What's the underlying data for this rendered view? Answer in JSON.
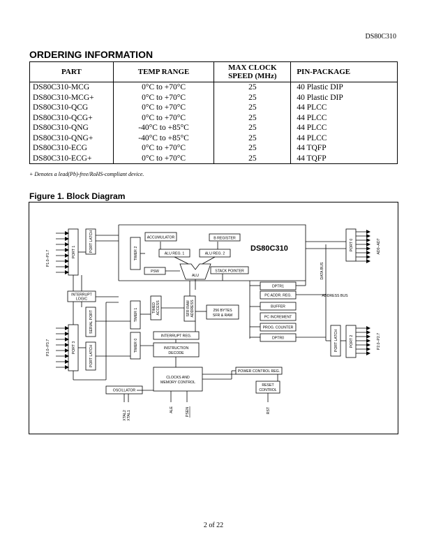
{
  "header": {
    "doc_id": "DS80C310"
  },
  "ordering": {
    "title": "ORDERING INFORMATION",
    "columns": [
      "PART",
      "TEMP RANGE",
      "MAX CLOCK SPEED (MHz)",
      "PIN-PACKAGE"
    ],
    "rows": [
      [
        "DS80C310-MCG",
        "0°C to +70°C",
        "25",
        "40 Plastic DIP"
      ],
      [
        "DS80C310-MCG+",
        "0°C to +70°C",
        "25",
        "40 Plastic DIP"
      ],
      [
        "DS80C310-QCG",
        "0°C to +70°C",
        "25",
        "44 PLCC"
      ],
      [
        "DS80C310-QCG+",
        "0°C to +70°C",
        "25",
        "44 PLCC"
      ],
      [
        "DS80C310-QNG",
        "-40°C to +85°C",
        "25",
        "44 PLCC"
      ],
      [
        "DS80C310-QNG+",
        "-40°C to +85°C",
        "25",
        "44 PLCC"
      ],
      [
        "DS80C310-ECG",
        "0°C to +70°C",
        "25",
        "44 TQFP"
      ],
      [
        "DS80C310-ECG+",
        "0°C to +70°C",
        "25",
        "44 TQFP"
      ]
    ],
    "note": "+ Denotes a lead(Pb)-free/RoHS-compliant device."
  },
  "figure": {
    "title": "Figure 1. Block Diagram",
    "chip_name": "DS80C310",
    "blocks": {
      "accumulator": "ACCUMULATOR",
      "b_register": "B REGISTER",
      "alu_reg1": "ALU REG. 1",
      "alu_reg2": "ALU REG. 2",
      "psw": "PSW",
      "alu": "ALU",
      "stack_pointer": "STACK POINTER",
      "dptr1": "DPTR1",
      "pc_addr_reg": "PC ADDR. REG.",
      "buffer": "BUFFER",
      "pc_increment": "PC INCREMENT",
      "prog_counter": "PROG. COUNTER",
      "dptr0": "DPTR0",
      "interrupt_logic_1": "INTERRUPT",
      "interrupt_logic_2": "LOGIC",
      "interrupt_reg": "INTERRUPT REG.",
      "instr_decode_1": "INSTRUCTION",
      "instr_decode_2": "DECODE",
      "clocks_1": "CLOCKS AND",
      "clocks_2": "MEMORY CONTROL",
      "oscillator": "OSCILLATOR",
      "power_control": "POWER CONTROL REG.",
      "reset_1": "RESET",
      "reset_2": "CONTROL",
      "sram_1": "256 BYTES",
      "sram_2": "SFR & RAM",
      "sfr_addr_1": "SFR RAM",
      "sfr_addr_2": "ADDRESS",
      "timed_1": "TIMED",
      "timed_2": "ACCESS",
      "port1": "PORT 1",
      "port1_latch": "PORT LATCH",
      "timer2": "TIMER 2",
      "port3": "PORT 3",
      "serial_port": "SERIAL PORT",
      "port3_latch": "PORT LATCH",
      "timer1": "TIMER 1",
      "timer0": "TIMER 0",
      "port0": "PORT 0",
      "port2": "PORT 2",
      "port2_latch": "PORT LATCH"
    },
    "labels": {
      "p1_pins": "P1.0–P1.7",
      "p3_pins": "P3.0–P3.7",
      "ad_pins": "AD0–AD7",
      "p2_pins": "P2.0–P2.7",
      "data_bus": "DATA BUS",
      "address_bus": "ADDRESS BUS",
      "xtal2": "XTAL2",
      "xtal1": "XTAL1",
      "ale": "ALE",
      "psen": "PSEN",
      "rst": "RST"
    }
  },
  "footer": {
    "page": "2 of 22"
  }
}
